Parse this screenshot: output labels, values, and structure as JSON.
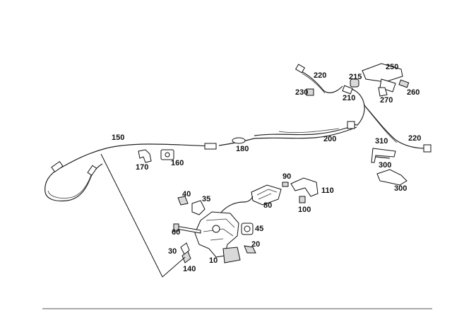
{
  "diagram": {
    "labels": {
      "p10": "10",
      "p20": "20",
      "p30": "30",
      "p35": "35",
      "p40": "40",
      "p45": "45",
      "p60": "60",
      "p80": "80",
      "p90": "90",
      "p100": "100",
      "p110": "110",
      "p140": "140",
      "p150": "150",
      "p160": "160",
      "p170": "170",
      "p180": "180",
      "p200": "200",
      "p210": "210",
      "p215": "215",
      "p220a": "220",
      "p220b": "220",
      "p230": "230",
      "p250": "250",
      "p260": "260",
      "p270": "270",
      "p300a": "300",
      "p300b": "300",
      "p310": "310"
    }
  }
}
